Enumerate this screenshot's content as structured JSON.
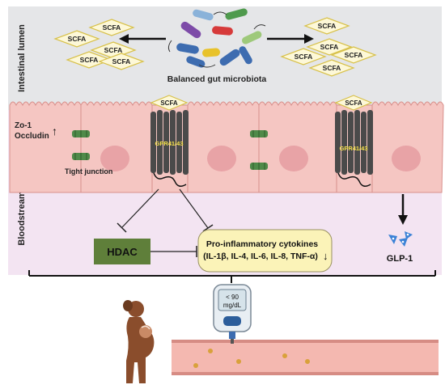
{
  "lumen": {
    "label": "Intestinal lumen",
    "microbiota_caption": "Balanced gut microbiota"
  },
  "scfa": {
    "label": "SCFA"
  },
  "bloodstream": {
    "label": "Bloodstream"
  },
  "epithelium": {
    "zo1_label": "Zo-1",
    "occludin_label": "Occludin",
    "up_arrow": "↑",
    "tight_junction_label": "Tight junction",
    "receptor_label": "GPR41/43"
  },
  "hdac": {
    "label": "HDAC"
  },
  "cytokines": {
    "title": "Pro-inflammatory cytokines",
    "list": "(IL-1β, IL-4, IL-6, IL-8, TNF-α)",
    "down_arrow": "↓"
  },
  "glp1": {
    "label": "GLP-1"
  },
  "glucometer": {
    "reading_line1": "< 90",
    "reading_line2": "mg/dL"
  },
  "colors": {
    "lumen_bg": "#e5e6e8",
    "blood_bg": "#f3e4f2",
    "cell_fill": "#f5c6c2",
    "nucleus_fill": "#e8a3a6",
    "hdac_fill": "#5f7f3a",
    "cytokine_fill": "#fbf3b8",
    "scfa_fill": "#fdf8d8",
    "scfa_stroke": "#d8c14a",
    "receptor_fill": "#4a4a4a",
    "receptor_label": "#f5e04a",
    "junction_fill": "#4f8a49",
    "vessel_fill": "#f4b8b0",
    "glp1_fill": "#3b82d6",
    "mother_fill": "#8a4d2c"
  }
}
